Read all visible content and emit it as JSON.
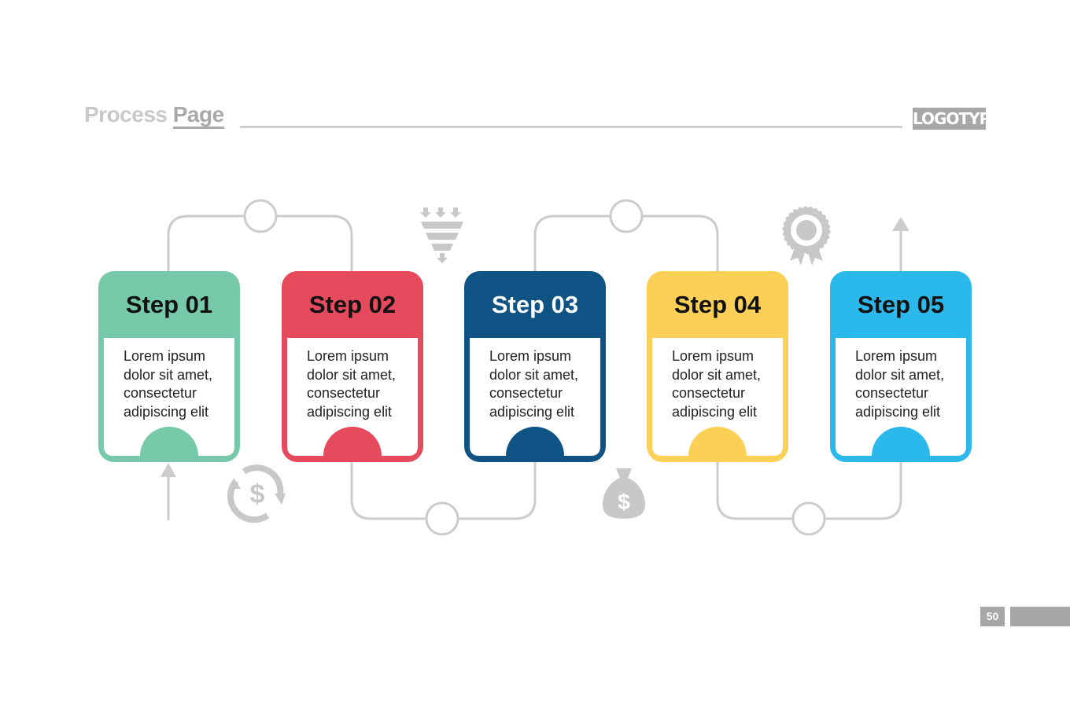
{
  "header": {
    "title_part1": "Process",
    "title_part2": "Page",
    "logo": "LOGOTYPE"
  },
  "steps": [
    {
      "title": "Step 01",
      "text": "Lorem ipsum dolor sit amet, consectetur adipiscing elit",
      "color": "#76c9a9",
      "title_color": "#111111"
    },
    {
      "title": "Step 02",
      "text": "Lorem ipsum dolor sit amet, consectetur adipiscing elit",
      "color": "#e54b5c",
      "title_color": "#111111"
    },
    {
      "title": "Step 03",
      "text": "Lorem ipsum dolor sit amet, consectetur adipiscing elit",
      "color": "#0f5384",
      "title_color": "#ffffff"
    },
    {
      "title": "Step 04",
      "text": "Lorem ipsum dolor sit amet, consectetur adipiscing elit",
      "color": "#fccf56",
      "title_color": "#111111"
    },
    {
      "title": "Step 05",
      "text": "Lorem ipsum dolor sit amet, consectetur adipiscing elit",
      "color": "#2bb8ea",
      "title_color": "#111111"
    }
  ],
  "icons": [
    "dollar-cycle-icon",
    "funnel-icon",
    "money-bag-icon",
    "award-icon"
  ],
  "footer": {
    "page_number": "50"
  }
}
